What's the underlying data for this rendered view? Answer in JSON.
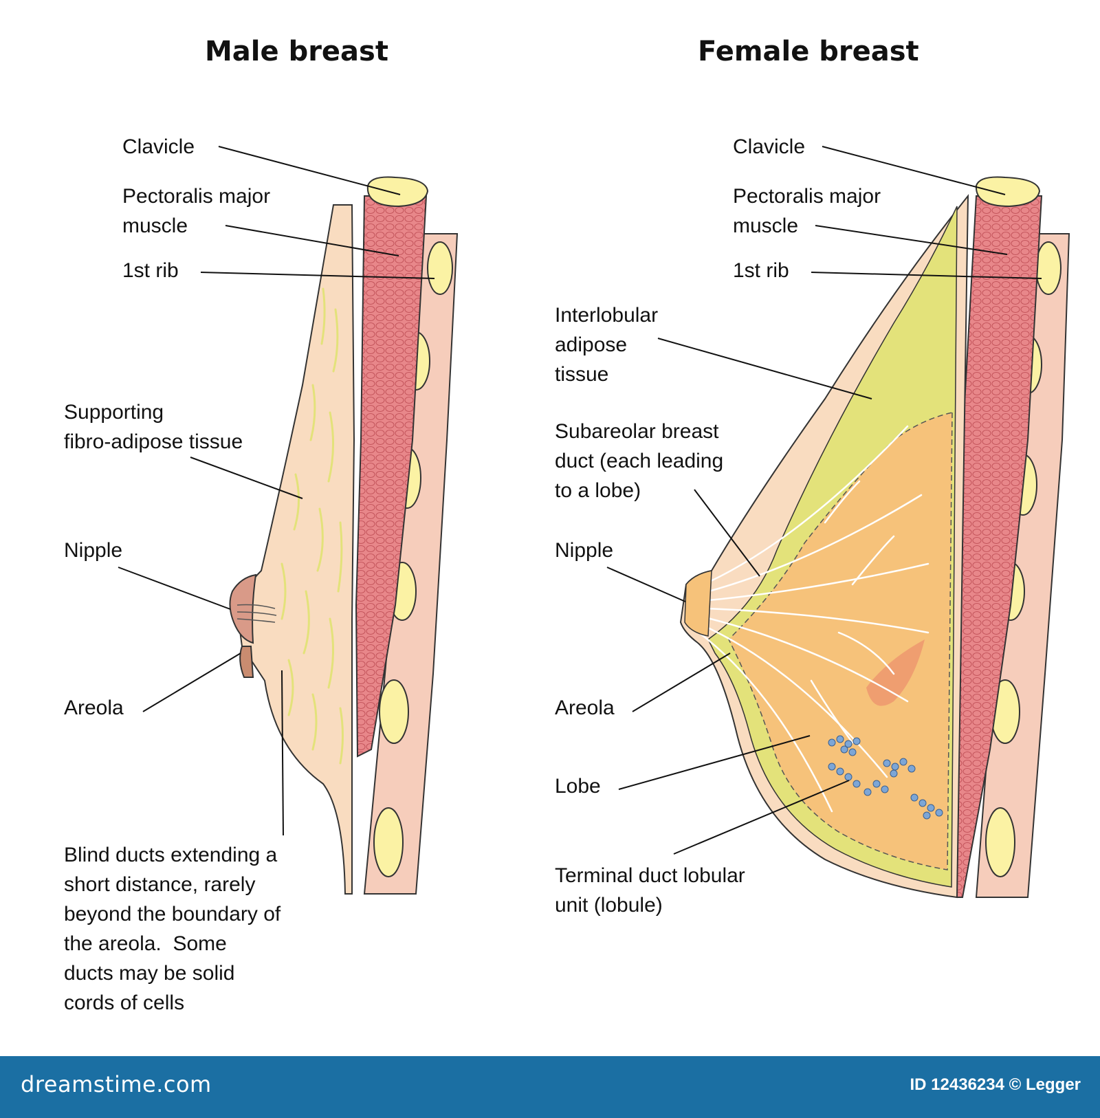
{
  "panels": {
    "male": {
      "title": "Male breast",
      "labels": {
        "clavicle": "Clavicle",
        "pectoralis": "Pectoralis major\nmuscle",
        "rib": "1st rib",
        "supporting": "Supporting\nfibro-adipose tissue",
        "nipple": "Nipple",
        "areola": "Areola",
        "blind_ducts": "Blind ducts extending a\nshort distance, rarely\nbeyond the boundary of\nthe areola.  Some\nducts may be solid\ncords of cells"
      }
    },
    "female": {
      "title": "Female breast",
      "labels": {
        "clavicle": "Clavicle",
        "pectoralis": "Pectoralis major\nmuscle",
        "rib": "1st rib",
        "adipose": "Interlobular\nadipose\ntissue",
        "subareolar": "Subareolar breast\nduct (each leading\nto a lobe)",
        "nipple": "Nipple",
        "areola": "Areola",
        "lobe": "Lobe",
        "tdlu": "Terminal duct lobular\nunit (lobule)"
      }
    }
  },
  "footer": {
    "logo": "dreamstime.com",
    "id_text": "ID 12436234 © Legger"
  },
  "colors": {
    "skin": "#f9dcc0",
    "muscle": "#e8878a",
    "bone": "#fbf2a4",
    "adipose": "#e3e27a",
    "lobe": "#f6c27a",
    "footer": "#1b6fa3"
  }
}
